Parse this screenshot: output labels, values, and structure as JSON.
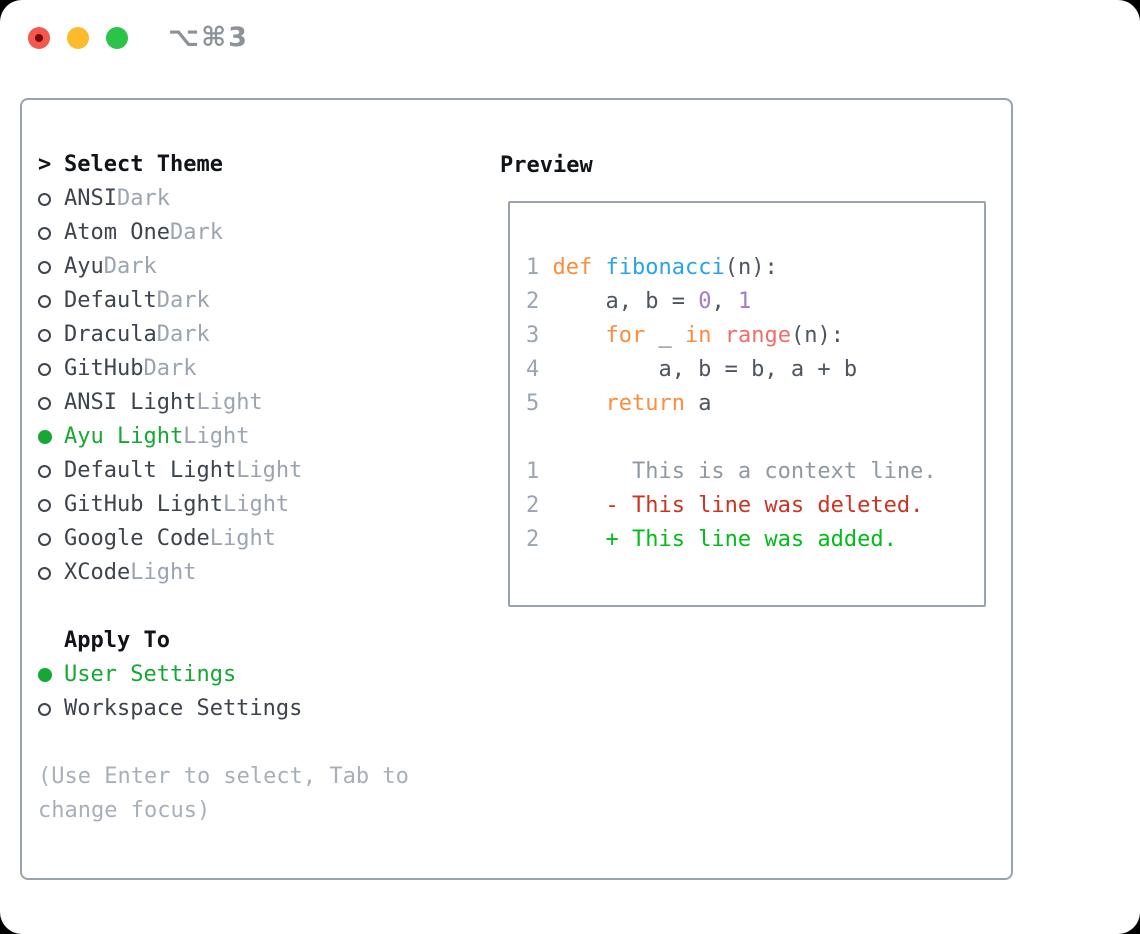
{
  "window": {
    "shortcut_label": "⌥⌘3",
    "traffic_lights": [
      "close",
      "minimize",
      "zoom"
    ]
  },
  "colors": {
    "selection_green": "#15a833",
    "text_dark": "#3d444d",
    "text_muted": "#9aa5b1",
    "help_gray": "#a7b0ba",
    "border_gray": "#99a3ae",
    "fg": "#4c5560",
    "orange": "#fa8d3e",
    "blue": "#2aa3e8",
    "purple": "#a37acc",
    "pink": "#f26d68",
    "red": "#cc3322",
    "green": "#00bd1a",
    "context": "#8f99a3",
    "line_number": "#9aa5b1"
  },
  "theme_panel": {
    "header": {
      "prompt": ">",
      "label": "Select Theme"
    },
    "items": [
      {
        "name": "ANSI",
        "variant": "Dark",
        "selected": false
      },
      {
        "name": "Atom One",
        "variant": "Dark",
        "selected": false
      },
      {
        "name": "Ayu",
        "variant": "Dark",
        "selected": false
      },
      {
        "name": "Default",
        "variant": "Dark",
        "selected": false
      },
      {
        "name": "Dracula",
        "variant": "Dark",
        "selected": false
      },
      {
        "name": "GitHub",
        "variant": "Dark",
        "selected": false
      },
      {
        "name": "ANSI Light",
        "variant": "Light",
        "selected": false
      },
      {
        "name": "Ayu Light",
        "variant": "Light",
        "selected": true
      },
      {
        "name": "Default Light",
        "variant": "Light",
        "selected": false
      },
      {
        "name": "GitHub Light",
        "variant": "Light",
        "selected": false
      },
      {
        "name": "Google Code",
        "variant": "Light",
        "selected": false
      },
      {
        "name": "XCode",
        "variant": "Light",
        "selected": false
      }
    ],
    "apply_to": {
      "label": "Apply To",
      "options": [
        {
          "name": "User Settings",
          "selected": true
        },
        {
          "name": "Workspace Settings",
          "selected": false
        }
      ]
    },
    "help_lines": [
      "(Use Enter to select, Tab to",
      "change focus)"
    ]
  },
  "preview": {
    "title": "Preview",
    "code_lines": [
      {
        "num": "1",
        "tokens": [
          [
            "def",
            "orange"
          ],
          [
            " ",
            "fg"
          ],
          [
            "fibonacci",
            "blue"
          ],
          [
            "(n):",
            "fg"
          ]
        ]
      },
      {
        "num": "2",
        "tokens": [
          [
            "    a, b = ",
            "fg"
          ],
          [
            "0",
            "purple"
          ],
          [
            ", ",
            "fg"
          ],
          [
            "1",
            "purple"
          ]
        ]
      },
      {
        "num": "3",
        "tokens": [
          [
            "    ",
            "fg"
          ],
          [
            "for",
            "orange"
          ],
          [
            " _ ",
            "fg"
          ],
          [
            "in",
            "orange"
          ],
          [
            " ",
            "fg"
          ],
          [
            "range",
            "pink"
          ],
          [
            "(n):",
            "fg"
          ]
        ]
      },
      {
        "num": "4",
        "tokens": [
          [
            "        a, b = b, a + b",
            "fg"
          ]
        ]
      },
      {
        "num": "5",
        "tokens": [
          [
            "    ",
            "fg"
          ],
          [
            "return",
            "orange"
          ],
          [
            " a",
            "fg"
          ]
        ]
      }
    ],
    "diff_lines": [
      {
        "num": "1",
        "tokens": [
          [
            "      This is a context line.",
            "context"
          ]
        ]
      },
      {
        "num": "2",
        "tokens": [
          [
            "    ",
            "fg"
          ],
          [
            "- This line was deleted.",
            "red"
          ]
        ]
      },
      {
        "num": "2",
        "tokens": [
          [
            "    ",
            "fg"
          ],
          [
            "+ This line was added.",
            "green"
          ]
        ]
      }
    ]
  }
}
